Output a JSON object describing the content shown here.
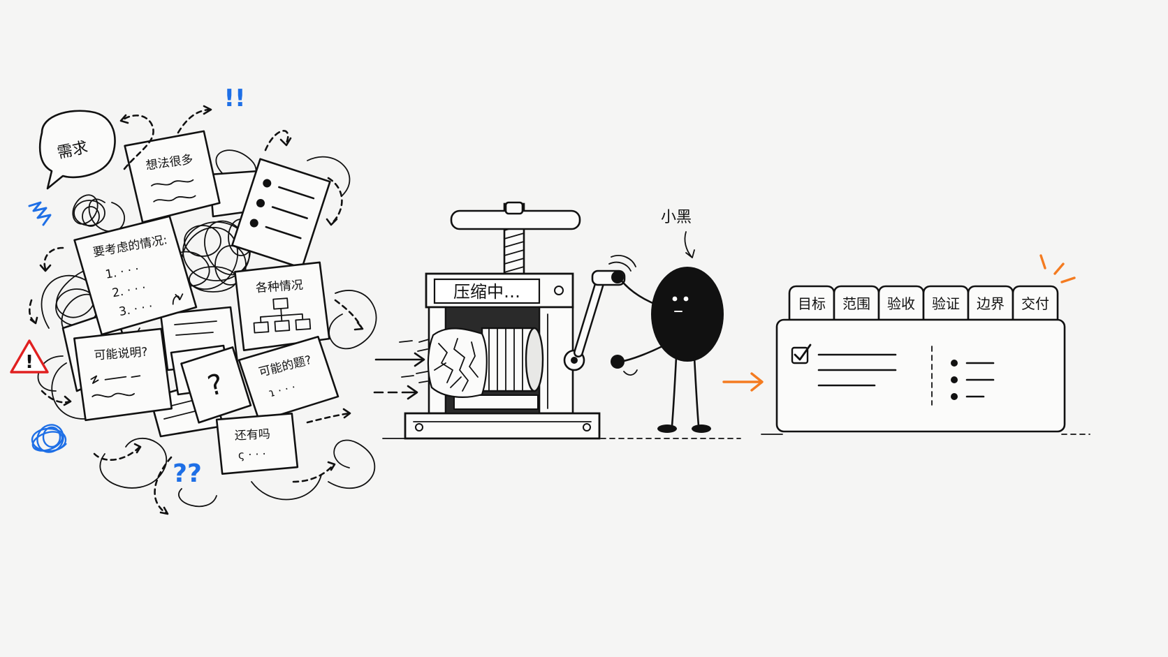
{
  "chaos": {
    "bubble_label": "需求",
    "note_ideas": "想法很多",
    "note_cases_title": "要考虑的情况:",
    "note_cases_items": [
      "1. · · ·",
      "2. · · ·",
      "3. · · ·"
    ],
    "note_variety": "各种情况",
    "note_explain": "可能说明?",
    "note_question_mark": "?",
    "note_topic": "可能的题?",
    "note_topic_sub": "ɿ · · ·",
    "note_more": "还有吗",
    "note_more_sub": "ς · · ·",
    "exclaim": "!!",
    "question_marks": "??",
    "warning_symbol": "!"
  },
  "press": {
    "sign_label": "压缩中…"
  },
  "character": {
    "name_label": "小黑"
  },
  "result": {
    "tabs": [
      "目标",
      "范围",
      "验收",
      "验证",
      "边界",
      "交付"
    ]
  },
  "colors": {
    "ink": "#111111",
    "paper": "#fbfbfa",
    "accent_blue": "#1e6fe6",
    "accent_orange": "#f47b20",
    "warning_red": "#e02020"
  }
}
